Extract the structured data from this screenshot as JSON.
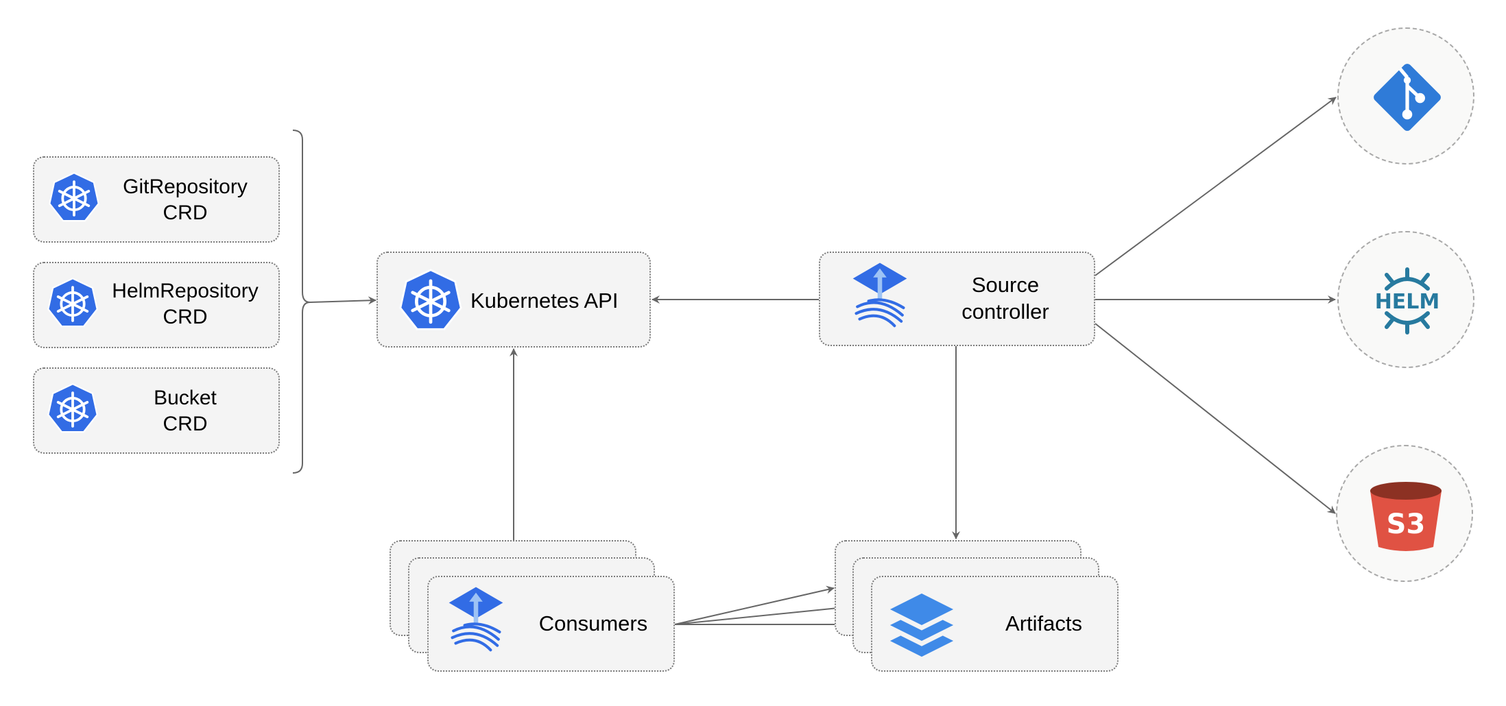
{
  "crds": [
    {
      "line1": "GitRepository",
      "line2": "CRD"
    },
    {
      "line1": "HelmRepository",
      "line2": "CRD"
    },
    {
      "line1": "Bucket",
      "line2": "CRD"
    }
  ],
  "kubernetes_api": {
    "label": "Kubernetes API"
  },
  "source_controller": {
    "line1": "Source",
    "line2": "controller"
  },
  "consumers": {
    "label": "Consumers"
  },
  "artifacts": {
    "label": "Artifacts"
  },
  "sources": {
    "git": {
      "icon": "git-icon",
      "color": "#2f7bd8"
    },
    "helm": {
      "label": "HELM",
      "icon": "helm-icon",
      "color": "#277a9f"
    },
    "s3": {
      "label": "S3",
      "icon": "s3-bucket-icon",
      "color": "#e05243"
    }
  },
  "colors": {
    "kubernetes": "#326ce5",
    "connector": "#666666"
  }
}
